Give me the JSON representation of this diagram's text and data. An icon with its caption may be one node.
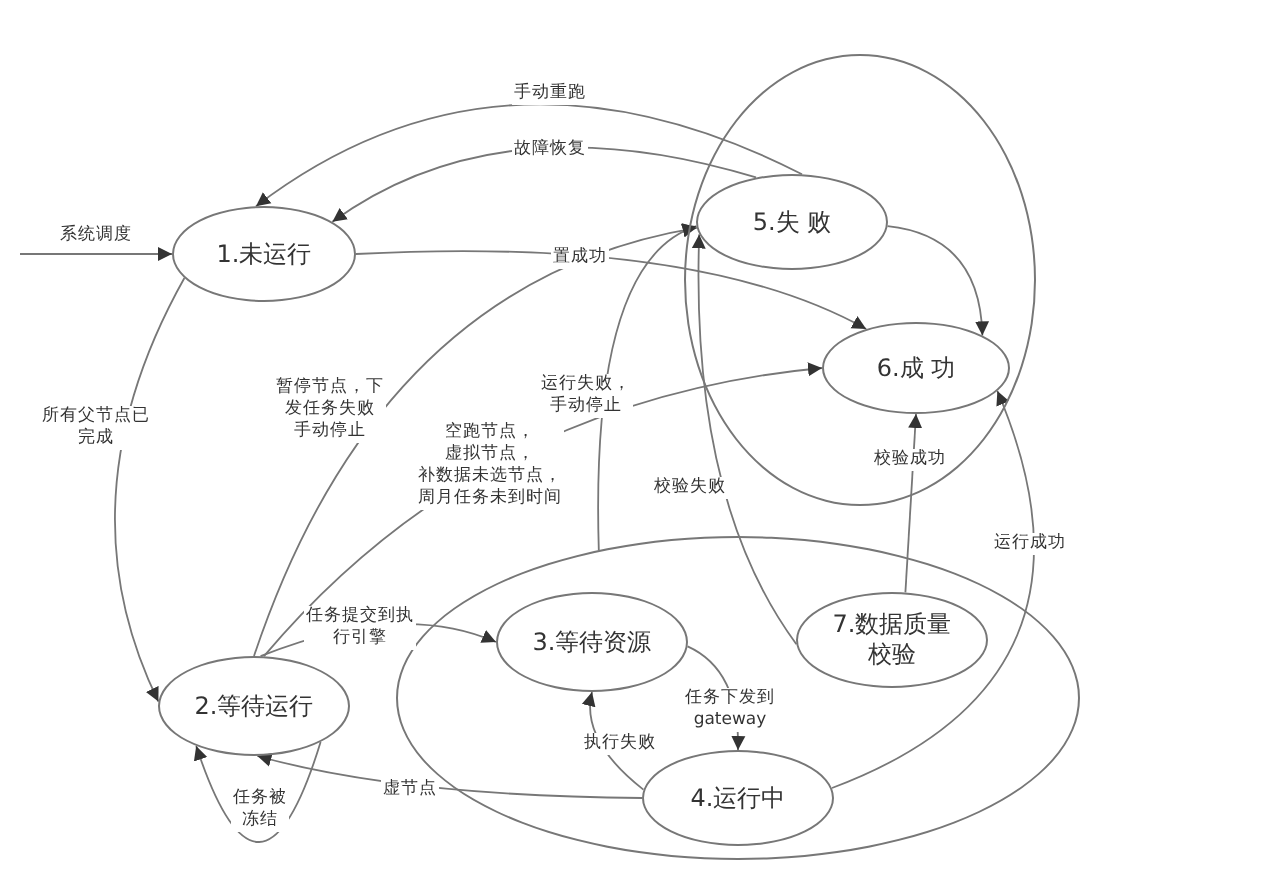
{
  "diagram": {
    "nodes": [
      {
        "text": [
          "1.未运行"
        ]
      },
      {
        "text": [],
        "shape": "ellipse"
      },
      {
        "text": [
          "5.失 败"
        ],
        "in": 1
      },
      {
        "text": [
          "6.成 功"
        ],
        "in": 1
      },
      {
        "text": [
          "2.等待运行"
        ]
      },
      {
        "text": [],
        "shape": "ellipse"
      },
      {
        "text": [
          "3.等待资源"
        ],
        "in": 5
      },
      {
        "text": [
          "7.数据质量校验"
        ],
        "in": 5
      },
      {
        "text": [
          "4.运行中"
        ],
        "in": 5
      }
    ],
    "edges": [
      {
        "from": null,
        "to": 0,
        "arrow": "to",
        "label": "系统调度"
      },
      {
        "from": 2,
        "to": 0,
        "arrow": "to",
        "label": "手动重跑"
      },
      {
        "from": 2,
        "to": 0,
        "arrow": "to",
        "label": "故障恢复"
      },
      {
        "from": 0,
        "to": 3,
        "arrow": "to",
        "label": "置成功"
      },
      {
        "from": 2,
        "to": 3,
        "arrow": "to"
      },
      {
        "from": 0,
        "to": 4,
        "arrow": "to",
        "label": "所有父节点已完成"
      },
      {
        "from": 4,
        "to": 2,
        "arrow": "to",
        "label": "暂停节点，下发任务失败手动停止"
      },
      {
        "from": 4,
        "to": 3,
        "arrow": "to",
        "label": "空跑节点，虚拟节点，补数据未选节点，周月任务未到时间"
      },
      {
        "from": 5,
        "to": 2,
        "arrow": "to",
        "label": "运行失败，手动停止"
      },
      {
        "from": 7,
        "to": 2,
        "arrow": "to",
        "label": "校验失败"
      },
      {
        "from": 7,
        "to": 3,
        "arrow": "to",
        "label": "校验成功"
      },
      {
        "from": 8,
        "to": 3,
        "arrow": "to",
        "label": "运行成功"
      },
      {
        "from": 4,
        "to": 6,
        "arrow": "to",
        "label": "任务提交到执行引擎"
      },
      {
        "from": 6,
        "to": 8,
        "arrow": "to",
        "label": "任务下发到gateway"
      },
      {
        "from": 8,
        "to": 6,
        "arrow": "to",
        "label": "执行失败"
      },
      {
        "from": 8,
        "to": 4,
        "arrow": "to",
        "label": "虚节点"
      },
      {
        "from": 4,
        "to": 4,
        "arrow": "to",
        "label": "任务被冻结"
      }
    ]
  }
}
